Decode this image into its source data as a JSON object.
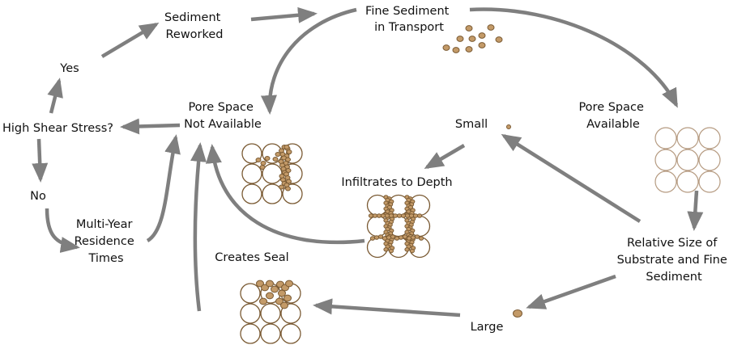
{
  "labels": {
    "sediment_reworked": [
      "Sediment",
      "Reworked"
    ],
    "fine_sediment": [
      "Fine Sediment",
      "in Transport"
    ],
    "yes": "Yes",
    "high_shear": "High Shear Stress?",
    "no": "No",
    "pore_not_available": [
      "Pore Space",
      "Not Available"
    ],
    "pore_available": [
      "Pore Space",
      "Available"
    ],
    "small": "Small",
    "infiltrates": "Infiltrates to Depth",
    "multi_year": [
      "Multi-Year",
      "Residence",
      "Times"
    ],
    "creates_seal": "Creates Seal",
    "relative_size": [
      "Relative Size of",
      "Substrate and Fine",
      "Sediment"
    ],
    "large": "Large"
  },
  "colors": {
    "arrow": "#7f7f7f",
    "grain_stroke": "#7a5a33",
    "grain_fill": "#c39a68",
    "clear_grain_stroke": "#b59a80",
    "text": "#111111"
  }
}
